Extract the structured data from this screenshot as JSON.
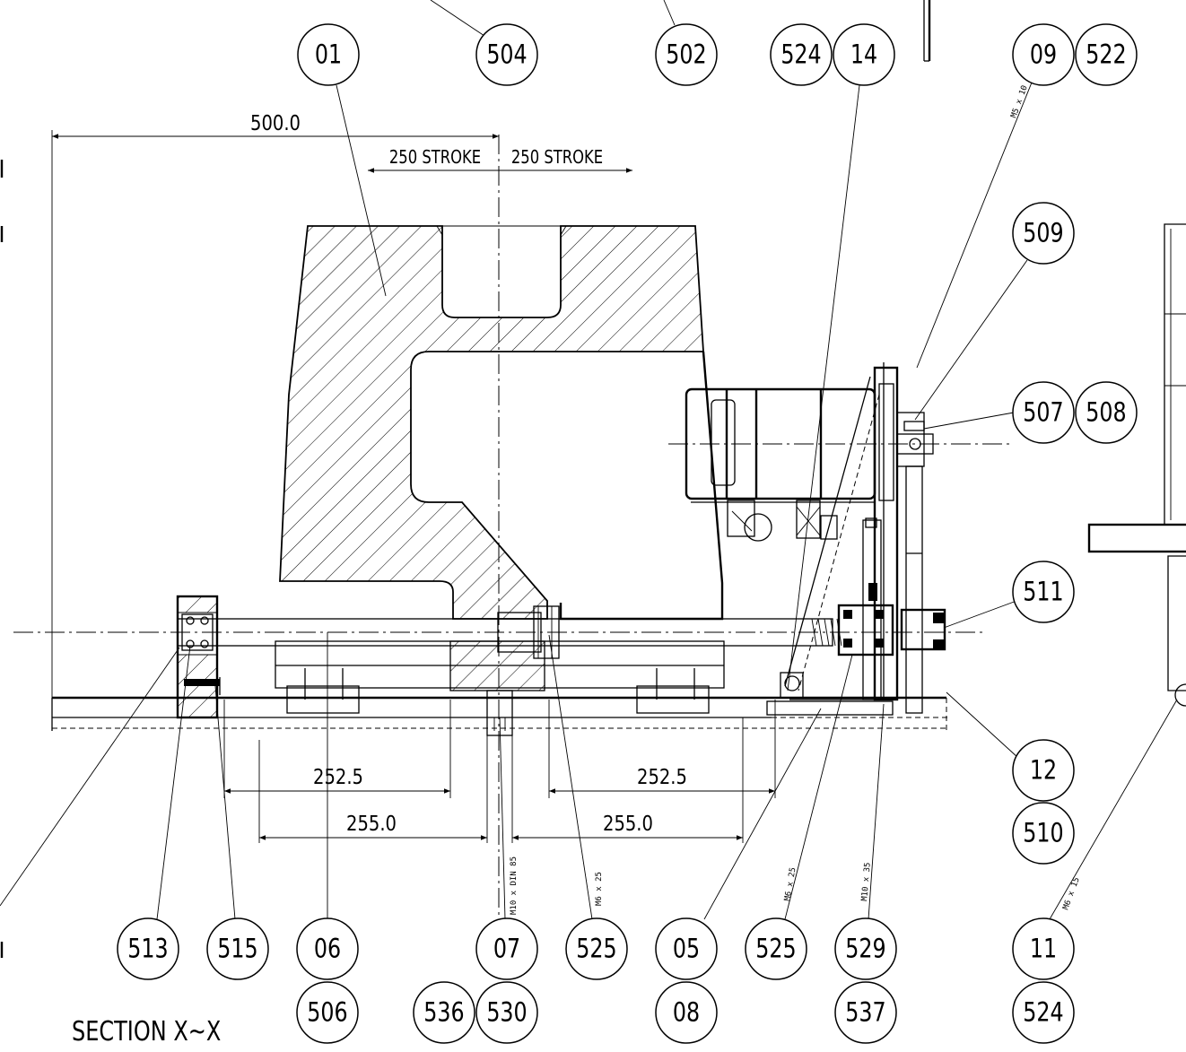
{
  "title": "SECTION X~X",
  "dimensions": {
    "overall": "500.0",
    "stroke_left": "250 STROKE",
    "stroke_right": "250 STROKE",
    "left_a": "252.5",
    "left_b": "255.0",
    "right_a": "252.5",
    "right_b": "255.0"
  },
  "fastener_notes": {
    "m5x10": "M5 x 10",
    "din": "M10 x DIN 85",
    "m6x25_a": "M6 x 25",
    "m6x25_b": "M6 x 25",
    "m10x35": "M10 x 35",
    "m6x15": "M6 x 15"
  },
  "balloons_top": [
    "01",
    "504",
    "502",
    "524",
    "14",
    "09",
    "522"
  ],
  "balloons_right": [
    "509",
    "507",
    "508",
    "511",
    "12",
    "510"
  ],
  "balloons_bottom_row1": [
    "513",
    "515",
    "06",
    "07",
    "525",
    "05",
    "525",
    "529",
    "11"
  ],
  "balloons_bottom_row2": [
    "506",
    "536",
    "530",
    "08",
    "537",
    "524"
  ]
}
